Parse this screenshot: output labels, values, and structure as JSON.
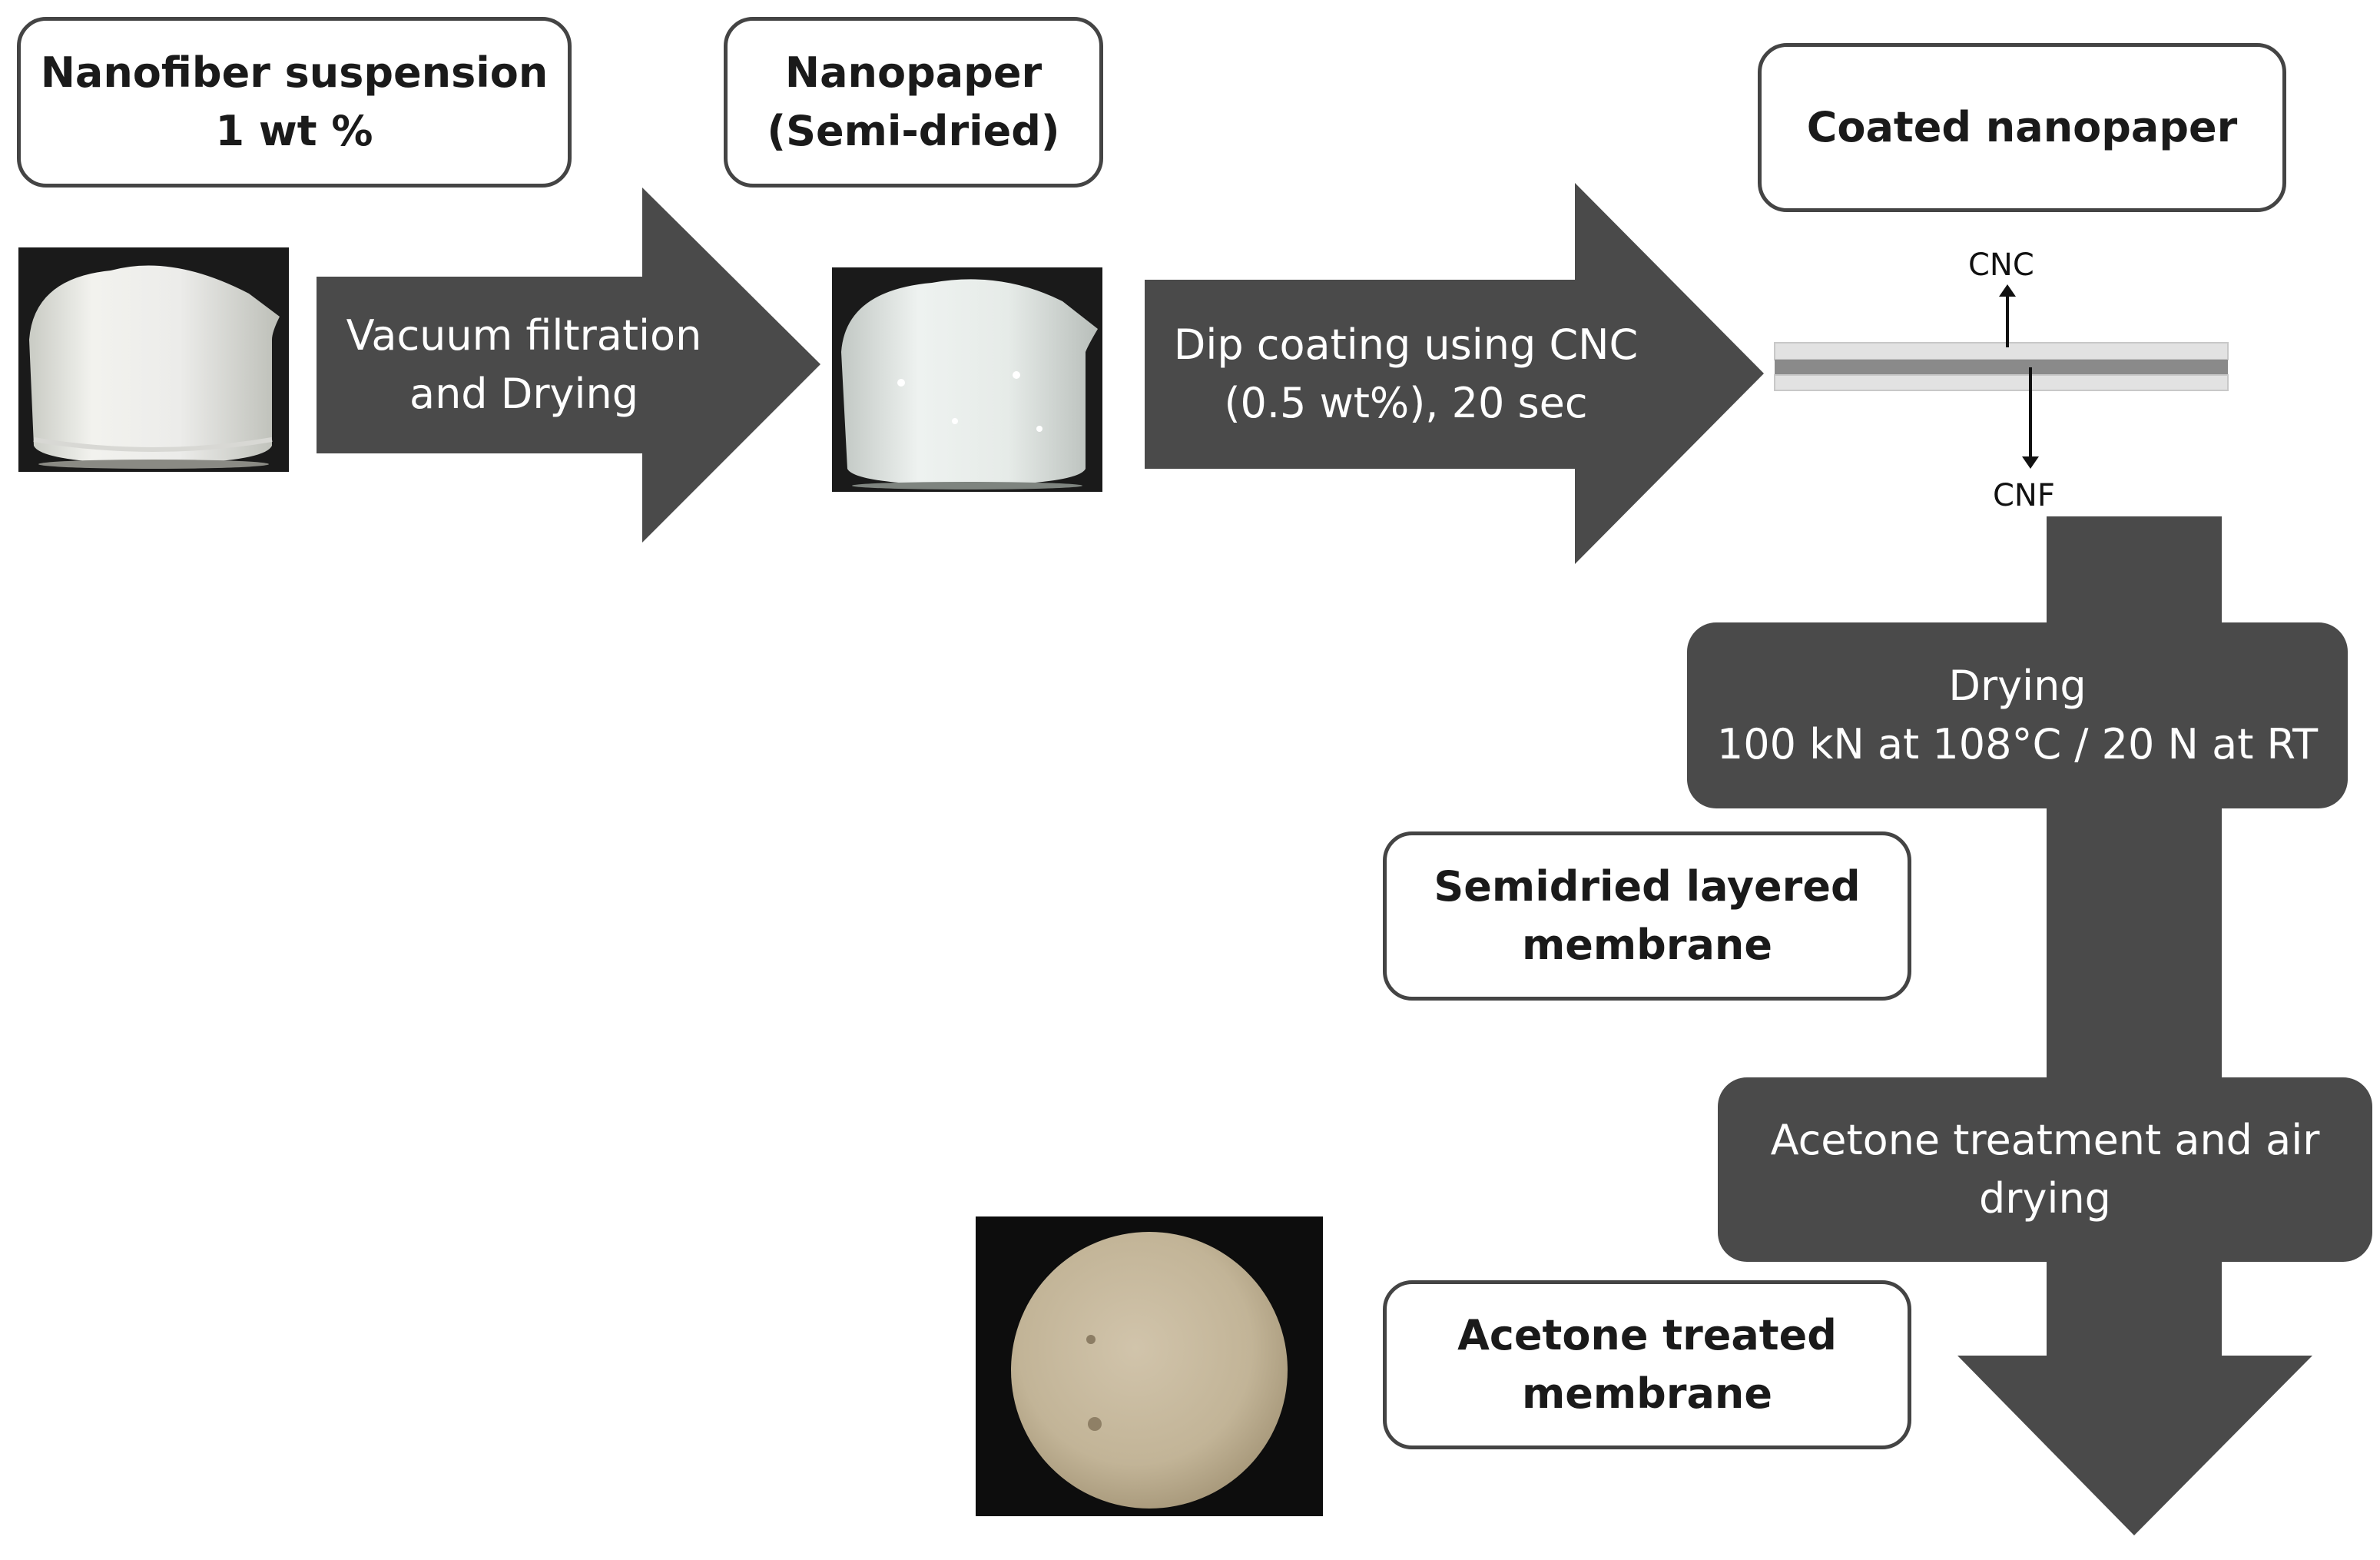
{
  "stages": {
    "suspension": {
      "line1": "Nanofiber suspension",
      "line2": "1 wt %"
    },
    "nanopaper": {
      "line1": "Nanopaper",
      "line2": "(Semi-dried)"
    },
    "coated": {
      "line1": "Coated nanopaper"
    },
    "semidried": {
      "line1": "Semidried layered",
      "line2": "membrane"
    },
    "acetone_membrane": {
      "line1": "Acetone  treated",
      "line2": "membrane"
    }
  },
  "processes": {
    "filtration": {
      "line1": "Vacuum filtration",
      "line2": "and Drying"
    },
    "dip_coating": {
      "line1": "Dip coating using CNC",
      "line2": "(0.5 wt%), 20 sec"
    },
    "drying": {
      "line1": "Drying",
      "line2": "100 kN at 108°C / 20 N at RT"
    },
    "acetone_treatment": {
      "line1": "Acetone treatment  and air",
      "line2": "drying"
    }
  },
  "layers": {
    "top": "CNC",
    "bottom": "CNF"
  },
  "colors": {
    "arrow_fill": "#4a4a4a",
    "box_border": "#444444",
    "photo_background": "#1a1a1a"
  }
}
